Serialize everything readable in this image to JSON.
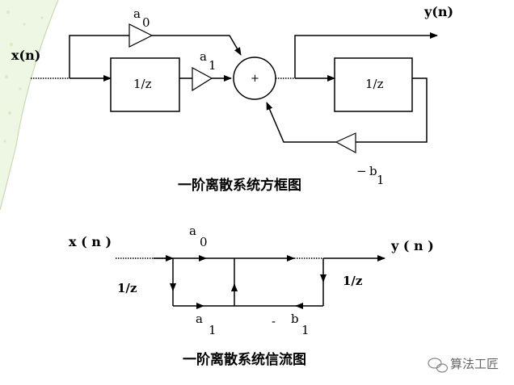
{
  "top_diagram": {
    "input_label": "x(n)",
    "output_label": "y(n)",
    "gain_a0_base": "a",
    "gain_a0_sub": "0",
    "gain_a1_base": "a",
    "gain_a1_sub": "1",
    "delay1_label": "1/z",
    "delay2_label": "1/z",
    "adder_symbol": "+",
    "feedback_minus": "−",
    "feedback_base": "b",
    "feedback_sub": "1",
    "caption": "一阶离散系统方框图"
  },
  "bottom_diagram": {
    "input_label": "x ( n )",
    "output_label": "y ( n )",
    "a0_base": "a",
    "a0_sub": "0",
    "a1_base": "a",
    "a1_sub": "1",
    "b1_minus": "-",
    "b1_base": "b",
    "b1_sub": "1",
    "delay_left_label": "1/z",
    "delay_right_label": "1/z",
    "caption": "一阶离散系统信流图"
  },
  "watermark": {
    "text": "算法工匠"
  },
  "colors": {
    "line": "#000000",
    "background": "#ffffff",
    "decor_green": "#cfe6b8"
  }
}
